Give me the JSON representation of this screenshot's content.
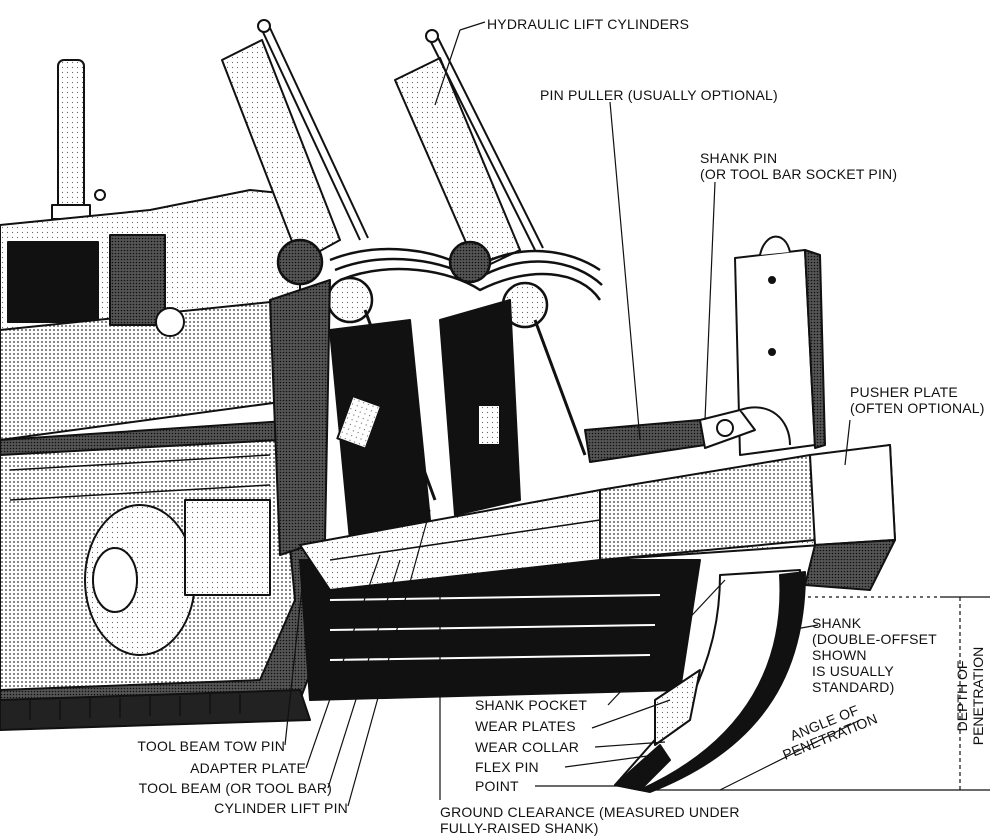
{
  "labels": {
    "hydraulic_lift_cylinders": "HYDRAULIC LIFT CYLINDERS",
    "pin_puller": "PIN PULLER (USUALLY OPTIONAL)",
    "shank_pin_1": "SHANK PIN",
    "shank_pin_2": "(OR TOOL BAR SOCKET PIN)",
    "pusher_plate_1": "PUSHER PLATE",
    "pusher_plate_2": "(OFTEN OPTIONAL)",
    "shank_1": "SHANK",
    "shank_2": "(DOUBLE-OFFSET",
    "shank_3": "SHOWN",
    "shank_4": "IS USUALLY",
    "shank_5": "STANDARD)",
    "depth_1": "DEPTH OF",
    "depth_2": "PENETRATION",
    "angle_1": "ANGLE OF",
    "angle_2": "PENETRATION",
    "shank_pocket": "SHANK POCKET",
    "wear_plates": "WEAR PLATES",
    "wear_collar": "WEAR COLLAR",
    "flex_pin": "FLEX PIN",
    "point": "POINT",
    "ground_clearance_1": "GROUND CLEARANCE (MEASURED UNDER",
    "ground_clearance_2": "FULLY-RAISED SHANK)",
    "tool_beam_tow_pin": "TOOL BEAM TOW PIN",
    "adapter_plate": "ADAPTER PLATE",
    "tool_beam": "TOOL BEAM (OR TOOL BAR)",
    "cylinder_lift_pin": "CYLINDER LIFT PIN"
  }
}
